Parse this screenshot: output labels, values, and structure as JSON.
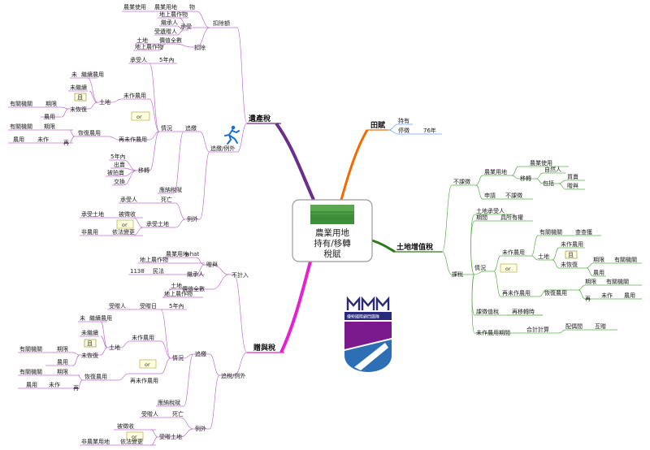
{
  "center": {
    "lines": [
      "農業用地",
      "持有/移轉",
      "稅賦"
    ],
    "colors": {
      "border": "#999999",
      "field": "#3f8f3a"
    }
  },
  "logo": {
    "text": "優勢國際顧問團隊",
    "colors": {
      "top": "#2a2a7a",
      "band": "#7a1a8c",
      "shield": "#2d6fb5"
    }
  },
  "colors": {
    "inheritance": "#6b2e8a",
    "gift": "#e622d0",
    "field_tax": "#f06a00",
    "land_tax": "#2d7a1a",
    "branch": "#6fa3ff",
    "left_branch": "#a060c0"
  },
  "inheritance": {
    "title": "遺產稅",
    "deduct": "扣除額",
    "item_obj": "物",
    "ag_use": "農業使用",
    "ag_land": "農業用地",
    "crop": "地上農作物",
    "inherit": "承受",
    "heir": "繼承人",
    "legatee": "受遺贈人",
    "deduct2": "扣除",
    "value_full": "價值全數",
    "land": "土地",
    "crop2": "地上農作物",
    "recover": "追繳/例外",
    "recover2": "追繳",
    "cond": "情況",
    "receiver": "承受人",
    "five_years": "5年內",
    "not_ag": "未作農用",
    "land2": "土地",
    "not": "未",
    "cont_use": "繼續農用",
    "not_cont": "未繼續",
    "and": "且",
    "not_restore": "未恢復",
    "relevant": "有關機關",
    "deadline": "期限",
    "ag_use2": "農用",
    "or": "or",
    "restore_ag": "恢復農用",
    "again_not_ag": "再未作農用",
    "relevant2": "有關機關",
    "deadline2": "期限",
    "ag_use3": "農用",
    "not_made": "未作",
    "again": "再",
    "five_years_in": "5年內",
    "sold": "出賣",
    "auctioned": "被拍賣",
    "exchanged": "交換",
    "transfer": "移轉",
    "tax_recover": "應納稅賦",
    "exception": "例外",
    "receiver2": "承受人",
    "death": "死亡",
    "receiver_land": "承受土地",
    "expropriated": "被徵收",
    "or2": "or",
    "receiver_land2": "承受土地",
    "non_ag": "非農用",
    "by_law": "依法變更"
  },
  "gift": {
    "title": "贈與稅",
    "excluded": "不計入",
    "gift_label": "贈與",
    "ag_land": "農業用地",
    "what": "what",
    "crop": "地上農作物",
    "heir_n": "1138",
    "civil": "民法",
    "heir": "繼承人",
    "land": "土地",
    "value_full": "價值全數",
    "crop2": "地上農作物",
    "recover": "追稅/例外",
    "recover2": "追繳",
    "cond": "情況",
    "receiver": "受贈人",
    "gift_day": "受贈日",
    "five_years": "5年內",
    "not_ag": "未作農用",
    "land2": "土地",
    "not": "未",
    "cont_use": "繼續農用",
    "not_cont": "未繼續",
    "and": "且",
    "not_restore": "未恢復",
    "relevant": "有關機關",
    "deadline": "期限",
    "ag_use": "農用",
    "or": "or",
    "restore_ag": "恢復農用",
    "again_not_ag": "再未作農用",
    "relevant2": "有關機關",
    "deadline2": "期限",
    "ag_use2": "農用",
    "not_made": "未作",
    "again": "再",
    "tax_recover": "應納稅賦",
    "exception": "例外",
    "receiver2": "受贈人",
    "death": "死亡",
    "expropriated": "被徵收",
    "or2": "or",
    "receiver_land": "受贈土地",
    "non_ag": "非農業用地",
    "by_law": "依法變更"
  },
  "field_tax": {
    "title": "田賦",
    "hold": "持有",
    "stop": "停徵",
    "year": "76年"
  },
  "land_tax": {
    "title": "土地增值稅",
    "no_tax": "不課徵",
    "ag_land": "農業用地",
    "ag_use": "農業使用",
    "transfer": "移轉",
    "natural": "自然人",
    "include": "包括",
    "buy_sell": "買賣",
    "gift": "贈與",
    "apply": "申請",
    "no_tax2": "不課徵",
    "levy": "課稅",
    "receiver": "土地承受人",
    "period": "期間",
    "own": "具所有權",
    "cond": "情況",
    "not_ag": "未作農用",
    "relevant": "有關機關",
    "check": "查查獲",
    "land": "土地",
    "not_ag2": "未作農用",
    "and": "且",
    "not_restore": "未恢復",
    "deadline": "期限",
    "relevant2": "有關機關",
    "ag_use2": "農用",
    "or": "or",
    "again_not_ag": "再未作農用",
    "restore_ag": "恢復農用",
    "deadline2": "期限",
    "relevant3": "有關機關",
    "again": "再",
    "not_made": "未作",
    "ag_use3": "農用",
    "value_tax": "課徵值稅",
    "again_transfer": "再移轉時",
    "period_not_ag": "未作農用期間",
    "combined": "合計計算",
    "spouse": "配偶間",
    "mutual": "互贈"
  }
}
